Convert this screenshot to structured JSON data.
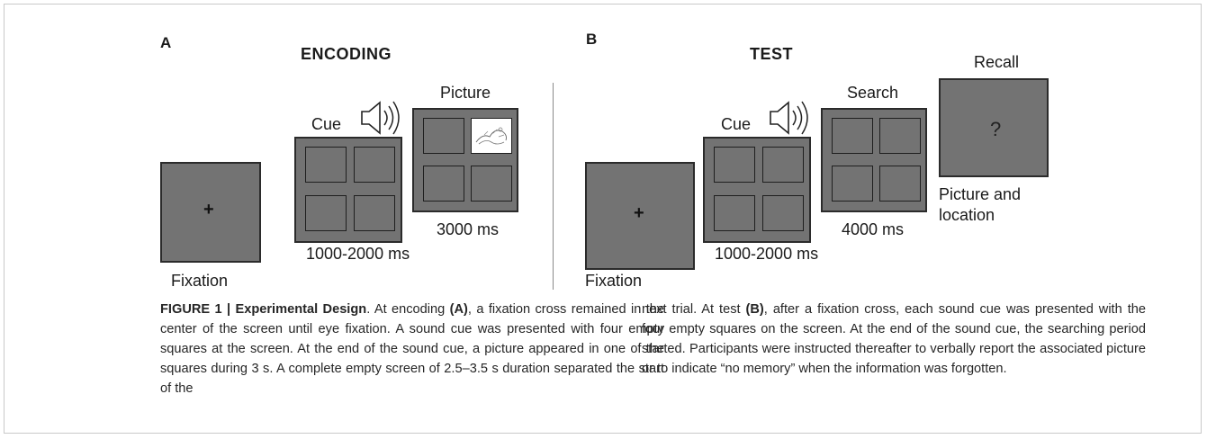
{
  "panel_a": {
    "letter": "A",
    "title": "ENCODING",
    "cue_label": "Cue",
    "picture_label": "Picture",
    "fixation_label": "Fixation",
    "cue_duration": "1000-2000 ms",
    "picture_duration": "3000 ms"
  },
  "panel_b": {
    "letter": "B",
    "title": "TEST",
    "cue_label": "Cue",
    "search_label": "Search",
    "recall_label": "Recall",
    "recall_mark": "?",
    "recall_caption_line1": "Picture and",
    "recall_caption_line2": "location",
    "fixation_label": "Fixation",
    "cue_duration": "1000-2000 ms",
    "search_duration": "4000 ms"
  },
  "fixation_cross": "+",
  "caption": {
    "label": "FIGURE 1 | Experimental Design",
    "left_parts": [
      ". At encoding ",
      "(A)",
      ", a fixation cross remained in the center of the screen until eye fixation. A sound cue was presented with four empty squares at the screen. At the end of the sound cue, a picture appeared in one of the squares during 3 s. A complete empty screen of 2.5–3.5 s duration separated the start of the"
    ],
    "right_parts": [
      "next trial. At test ",
      "(B)",
      ", after a fixation cross, each sound cue was presented with the four empty squares on the screen. At the end of the sound cue, the searching period started. Participants were instructed thereafter to verbally report the associated picture or to indicate “no memory” when the information was forgotten."
    ]
  }
}
